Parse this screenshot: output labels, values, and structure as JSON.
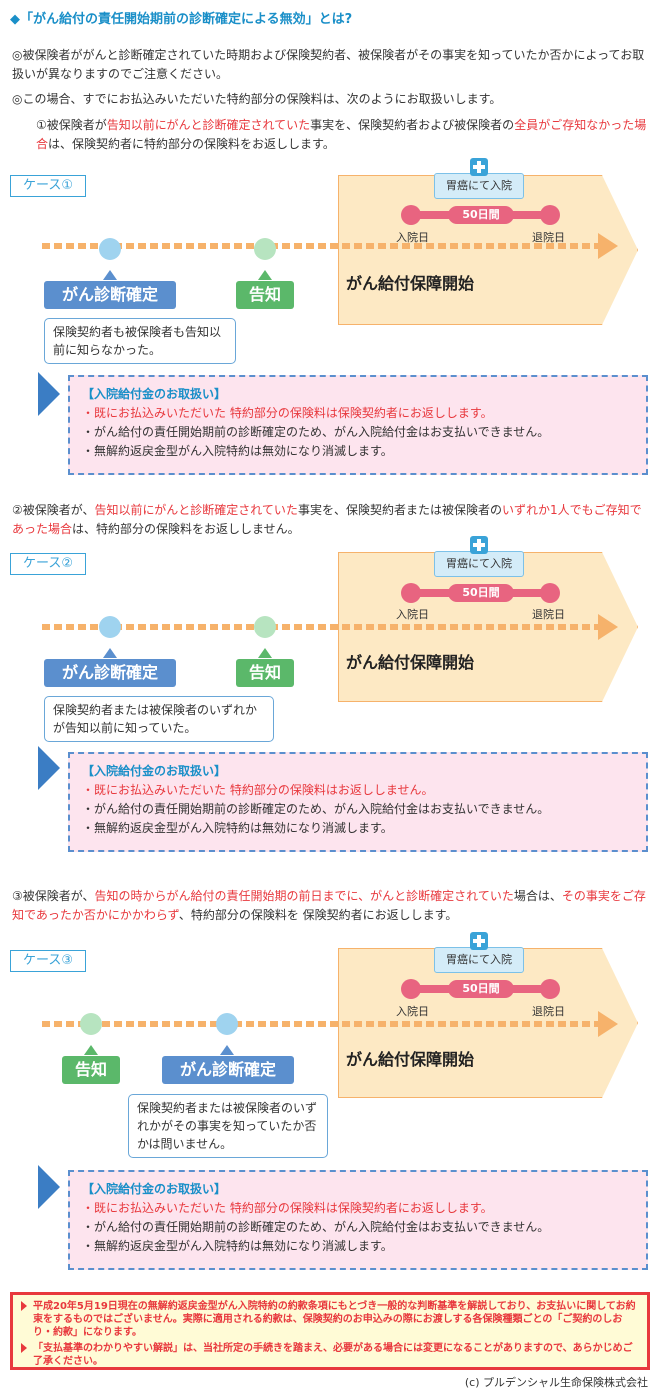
{
  "title": "◆「がん給付の責任開始期前の診断確定による無効」とは?",
  "intro": {
    "p1": "◎被保険者ががんと診断確定されていた時期および保険契約者、被保険者がその事実を知っていたか否かによってお取扱いが異なりますのでご注意ください。",
    "p2": "◎この場合、すでにお払込みいただいた特約部分の保険料は、次のようにお取扱いします。"
  },
  "common": {
    "hospital_label": "胃癌にて入院",
    "days_label": "50日間",
    "admission_label": "入院日",
    "discharge_label": "退院日",
    "coverage_label": "がん給付保障開始",
    "diagnosis_tag": "がん診断確定",
    "notice_tag": "告知",
    "info_head": "【入院給付金のお取扱い】",
    "info_line2": "・がん給付の責任開始期前の診断確定のため、がん入院給付金はお支払いできません。",
    "info_line3": "・無解約返戻金型がん入院特約は無効になり消滅します。",
    "premium_prefix": "・既にお払込みいただいた",
    "premium_part": "特約部分の保険料"
  },
  "cases": [
    {
      "desc_a": "①被保険者が",
      "desc_red1": "告知以前にがんと診断確定されていた",
      "desc_b": "事実を、保険契約者および被保険者の",
      "desc_red2": "全員がご存知なかった場合",
      "desc_c": "は、保険契約者に特約部分の保険料をお返しします。",
      "label": "ケース①",
      "note": "保険契約者も被保険者も告知以前に知らなかった。",
      "premium_suffix": "は保険契約者にお返しします。"
    },
    {
      "desc_a": "②被保険者が、",
      "desc_red1": "告知以前にがんと診断確定されていた",
      "desc_b": "事実を、保険契約者または被保険者の",
      "desc_red2": "いずれか1人でもご存知であった場合",
      "desc_c": "は、特約部分の保険料をお返ししません。",
      "label": "ケース②",
      "note": "保険契約者または被保険者のいずれかが告知以前に知っていた。",
      "premium_suffix": "はお返ししません。"
    },
    {
      "desc_a": "③被保険者が、",
      "desc_red1": "告知の時からがん給付の責任開始期の前日までに、がんと診断確定されていた",
      "desc_b": "場合は、",
      "desc_red2": "その事実をご存知であったか否かにかかわらず",
      "desc_c": "、特約部分の保険料を 保険契約者にお返しします。",
      "label": "ケース③",
      "note": "保険契約者または被保険者のいずれかがその事実を知っていたか否かは問いません。",
      "premium_suffix": "は保険契約者にお返しします。"
    }
  ],
  "footer": {
    "item1": "平成20年5月19日現在の無解約返戻金型がん入院特約の約款条項にもとづき一般的な判断基準を解説しており、お支払いに関してお約束をするものではございません。実際に適用される約款は、保険契約のお申込みの際にお渡しする各保険種類ごとの「ご契約のしおり・約款」になります。",
    "item2": "「支払基準のわかりやすい解説」は、当社所定の手続きを踏まえ、必要がある場合には変更になることがありますので、あらかじめご了承ください。"
  },
  "copyright": "(c) プルデンシャル生命保険株式会社",
  "colors": {
    "accent_blue": "#1a8fc8",
    "red": "#e8383d",
    "orange": "#f6b26b",
    "pink_bar": "#e86480"
  }
}
